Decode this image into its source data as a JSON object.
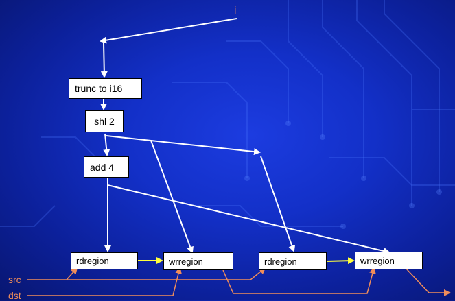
{
  "input_label": "i",
  "source_label": "src",
  "dest_label": "dst",
  "nodes": {
    "trunc": "trunc to i16",
    "shl": "shl 2",
    "add": "add 4",
    "rd1": "rdregion",
    "wr1": "wrregion",
    "rd2": "rdregion",
    "wr2": "wrregion"
  },
  "colors": {
    "background": "#1330c8",
    "arrow_white": "#ffffff",
    "arrow_yellow": "#ffff3c",
    "arrow_orange": "#f08d5a",
    "label_orange": "#f08d5a"
  }
}
